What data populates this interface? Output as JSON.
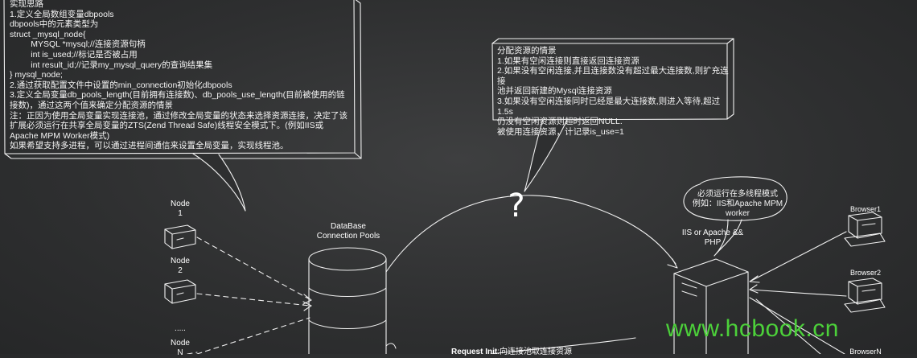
{
  "notes": {
    "left_note": "实现思路\n1.定义全局数组变量dbpools\ndbpools中的元素类型为\nstruct _mysql_node{\n         MYSQL *mysql;//连接资源句柄\n         int is_used;//标记是否被占用\n         int result_id;//记录my_mysql_query的查询结果集\n} mysql_node;\n2.通过获取配置文件中设置的min_connection初始化dbpools\n3.定义全局变量db_pools_length(目前拥有连接数)、db_pools_use_length(目前被使用的链\n接数)，通过这两个值来确定分配资源的情景\n注：正因为使用全局变量实现连接池，通过修改全局变量的状态来选择资源连接，决定了该\n扩展必须运行在共享全局变量的ZTS(Zend Thread Safe)线程安全模式下。(例如IIS或\nApache MPM Worker模式)\n如果希望支持多进程，可以通过进程间通信来设置全局变量，实现线程池。",
    "right_note": "分配资源的情景\n1.如果有空闲连接则直接返回连接资源\n2.如果没有空闲连接,并且连接数没有超过最大连接数,则扩充连接\n池并返回新建的Mysql连接资源\n3.如果没有空闲连接同时已经是最大连接数,则进入等待,超过1.5s\n仍没有空闲资源则超时返回NULL.\n被使用连接资源，计记录is_use=1",
    "bubble_note": "必须运行在多线程模式\n例如：IIS和Apache MPM\nworker"
  },
  "labels": {
    "node1": "Node\n1",
    "node2": "Node\n2",
    "node_dots": ".....",
    "nodeN": "Node\nN",
    "db_pool": "DataBase\nConnection Pools",
    "server": "IIS or Apache &&\nPHP",
    "browser1": "Browser1",
    "browser2": "Browser2",
    "browserN": "BrowserN",
    "question_mark": "?"
  },
  "bottom": {
    "request_init_bold": "Request Init",
    "request_init_rest": ":向连接池取连接资源"
  },
  "watermark": "www.hcbook.cn",
  "colors": {
    "background": "#333435",
    "chalk": "#f2f2f2",
    "watermark": "#4cd13a"
  }
}
